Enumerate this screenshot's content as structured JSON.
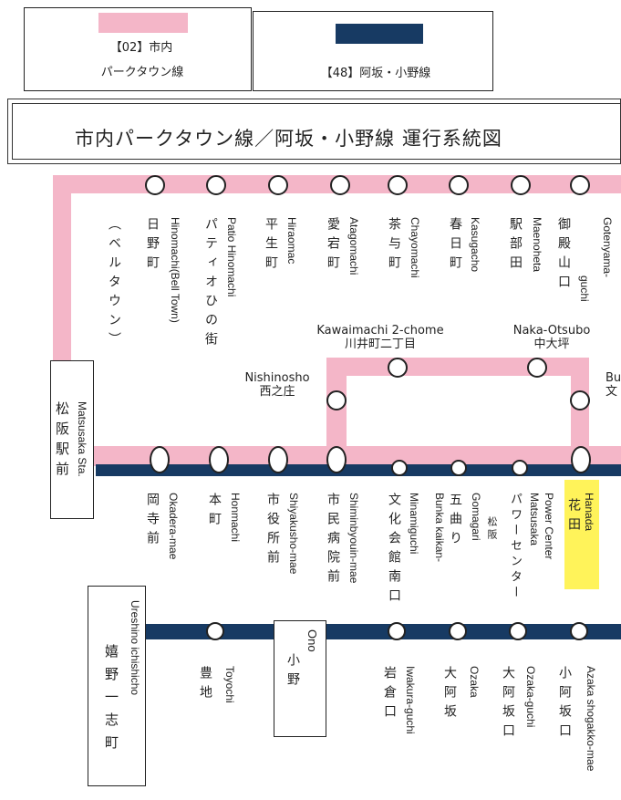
{
  "colors": {
    "pink_line": "#f4b6c8",
    "navy_line": "#173a63",
    "highlight": "#fff35a"
  },
  "legend": {
    "pink": {
      "label_line1": "【02】市内",
      "label_line2": "パークタウン線"
    },
    "navy": {
      "label": "【48】阿坂・小野線"
    }
  },
  "title": "市内パークタウン線／阿坂・小野線 運行系統図",
  "stations": {
    "matsusaka": {
      "ro": "Matsusaka Sta.",
      "jp": "松阪駅前"
    },
    "hinomachi": {
      "ro": "Hinomachi(Bell Town)",
      "jp": "日野町",
      "jp_sub": "（ベルタウン）"
    },
    "patio": {
      "ro": "Patio Hinomachi",
      "jp": "パティオひの街"
    },
    "hiraomac": {
      "ro": "Hiraomac",
      "jp": "平生町"
    },
    "atagomachi": {
      "ro": "Atagomachi",
      "jp": "愛宕町"
    },
    "chayomachi": {
      "ro": "Chayomachi",
      "jp": "茶与町"
    },
    "kasugacho": {
      "ro": "Kasugacho",
      "jp": "春日町"
    },
    "maenoheta": {
      "ro": "Maenoheta",
      "jp": "駅部田"
    },
    "gotenyama": {
      "ro1": "Gotenyama-",
      "ro2": "guchi",
      "jp": "御殿山口"
    },
    "nishinosho": {
      "ro": "Nishinosho",
      "jp": "西之庄"
    },
    "kawaimachi": {
      "ro": "Kawaimachi 2-chome",
      "jp": "川井町二丁目"
    },
    "naka_otsubo": {
      "ro": "Naka-Otsubo",
      "jp": "中大坪"
    },
    "bunka_partial": {
      "ro": "Bu",
      "jp": "文"
    },
    "okadera": {
      "ro": "Okadera-mae",
      "jp": "岡寺前"
    },
    "honmachi": {
      "ro": "Honmachi",
      "jp": "本町"
    },
    "shiyakusho": {
      "ro": "Shiyakusho-mae",
      "jp": "市役所前"
    },
    "shiminbyouin": {
      "ro": "Shiminbyouin-mae",
      "jp": "市民病院前"
    },
    "minamiguchi": {
      "ro1": "Bunka kaikan-",
      "ro2": "Minamiguchi",
      "jp": "文化会館南口"
    },
    "gomagari": {
      "ro": "Gomagari",
      "jp": "五曲り"
    },
    "powercenter": {
      "ro1": "Matsusaka",
      "ro2": "Power Center",
      "jp_small": "松阪",
      "jp": "パワーセンター"
    },
    "hanada": {
      "ro": "Hanada",
      "jp": "花田"
    },
    "ureshino": {
      "ro": "Ureshino ichishicho",
      "jp": "嬉野一志町"
    },
    "toyochi": {
      "ro": "Toyochi",
      "jp": "豊地"
    },
    "ono": {
      "ro": "Ono",
      "jp": "小野"
    },
    "iwakura": {
      "ro": "Iwakura-guchi",
      "jp": "岩倉口"
    },
    "ozaka": {
      "ro": "Ozaka",
      "jp": "大阿坂"
    },
    "ozaka_guchi": {
      "ro": "Ozaka-guchi",
      "jp": "大阿坂口"
    },
    "azaka_shogakko": {
      "ro": "Azaka shogakko-mae",
      "jp": "小阿坂口"
    }
  }
}
